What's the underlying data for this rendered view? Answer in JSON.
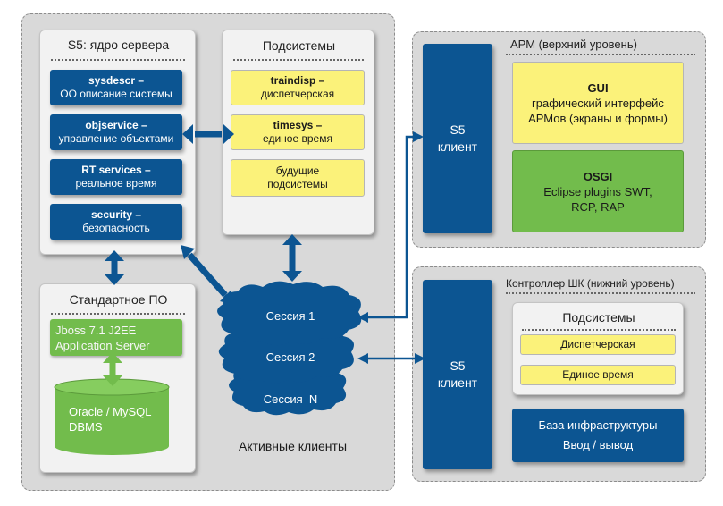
{
  "server": {
    "title": "S5: ядро сервера",
    "modules": [
      {
        "name": "sysdescr –",
        "desc": "ОО описание системы"
      },
      {
        "name": "objservice –",
        "desc": "управление объектами"
      },
      {
        "name": "RT services –",
        "desc": "реальное время"
      },
      {
        "name": "security –",
        "desc": "безопасность"
      }
    ]
  },
  "subsystems": {
    "title": "Подсистемы",
    "items": [
      {
        "name": "traindisp –",
        "desc": "диспетчерская"
      },
      {
        "name": "timesys –",
        "desc": "единое время"
      },
      {
        "name": "",
        "desc": "будущие подсистемы"
      }
    ]
  },
  "standard": {
    "title": "Стандартное ПО",
    "appserver": "Jboss 7.1 J2EE Application Server",
    "dbms": "Oracle / MySQL DBMS"
  },
  "sessions": {
    "items": [
      "Сессия 1",
      "Сессия 2",
      "Сессия  N"
    ],
    "caption": "Активные клиенты"
  },
  "arm": {
    "title": "АРМ (верхний уровень)",
    "client": "S5 клиент",
    "gui_title": "GUI",
    "gui_desc": "графический интерфейс АРМов (экраны и формы)",
    "osgi_title": "OSGI",
    "osgi_desc": "Eclipse plugins SWT, RCP, RAP"
  },
  "controller": {
    "title": "Контроллер ШК (нижний уровень)",
    "client": "S5 клиент",
    "subsystems_title": "Подсистемы",
    "subsystems": [
      "Диспетчерская",
      "Единое время"
    ],
    "infra": "База инфраструктуры Ввод / вывод"
  },
  "colors": {
    "blue": "#0c5592",
    "yellow": "#fbf27a",
    "green": "#72bc4c",
    "region": "#d9d9d9"
  }
}
